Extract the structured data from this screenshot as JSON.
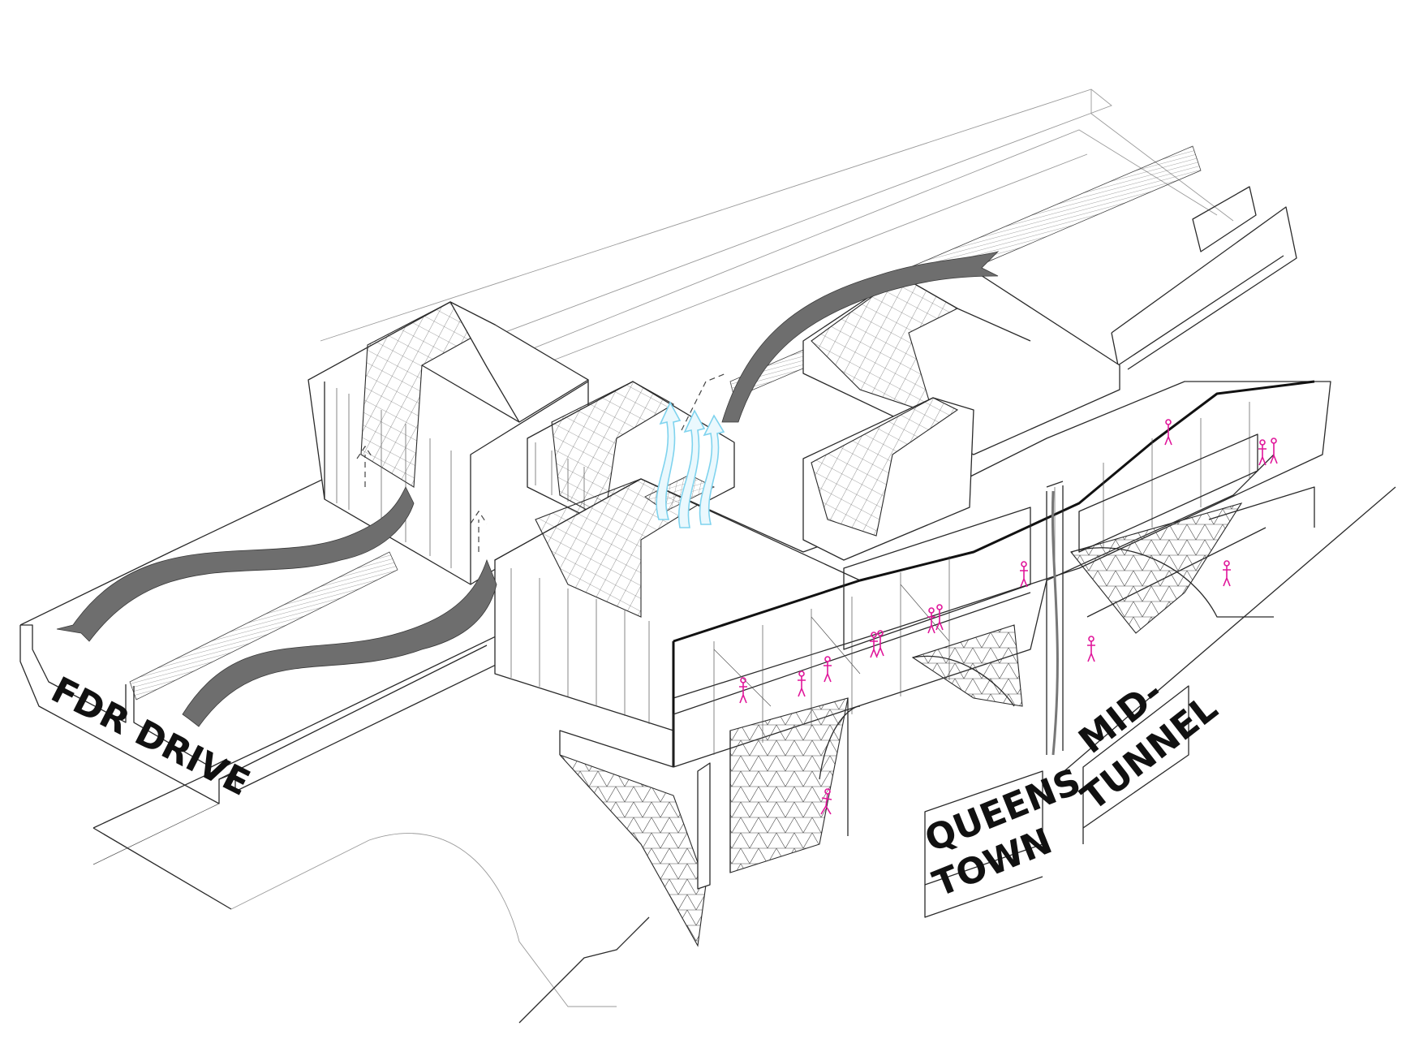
{
  "labels": {
    "fdr_drive": "FDR DRIVE",
    "queens_line1": "QUEENS MID-",
    "queens_line2": "TOWN TUNNEL",
    "queens_top_left": "QUEENS",
    "queens_bottom_left": "TOWN",
    "queens_top_right": "MID-",
    "queens_bottom_right": "TUNNEL"
  },
  "colors": {
    "line": "#2a2a2a",
    "airflow_arrow": "#6e6e6e",
    "exhaust_arrow": "#7fd3ee",
    "people": "#e0169a",
    "background": "#ffffff"
  },
  "icons": {
    "airflow": "airflow-arrow-icon",
    "exhaust": "exhaust-arrow-icon",
    "person": "person-figure-icon"
  }
}
